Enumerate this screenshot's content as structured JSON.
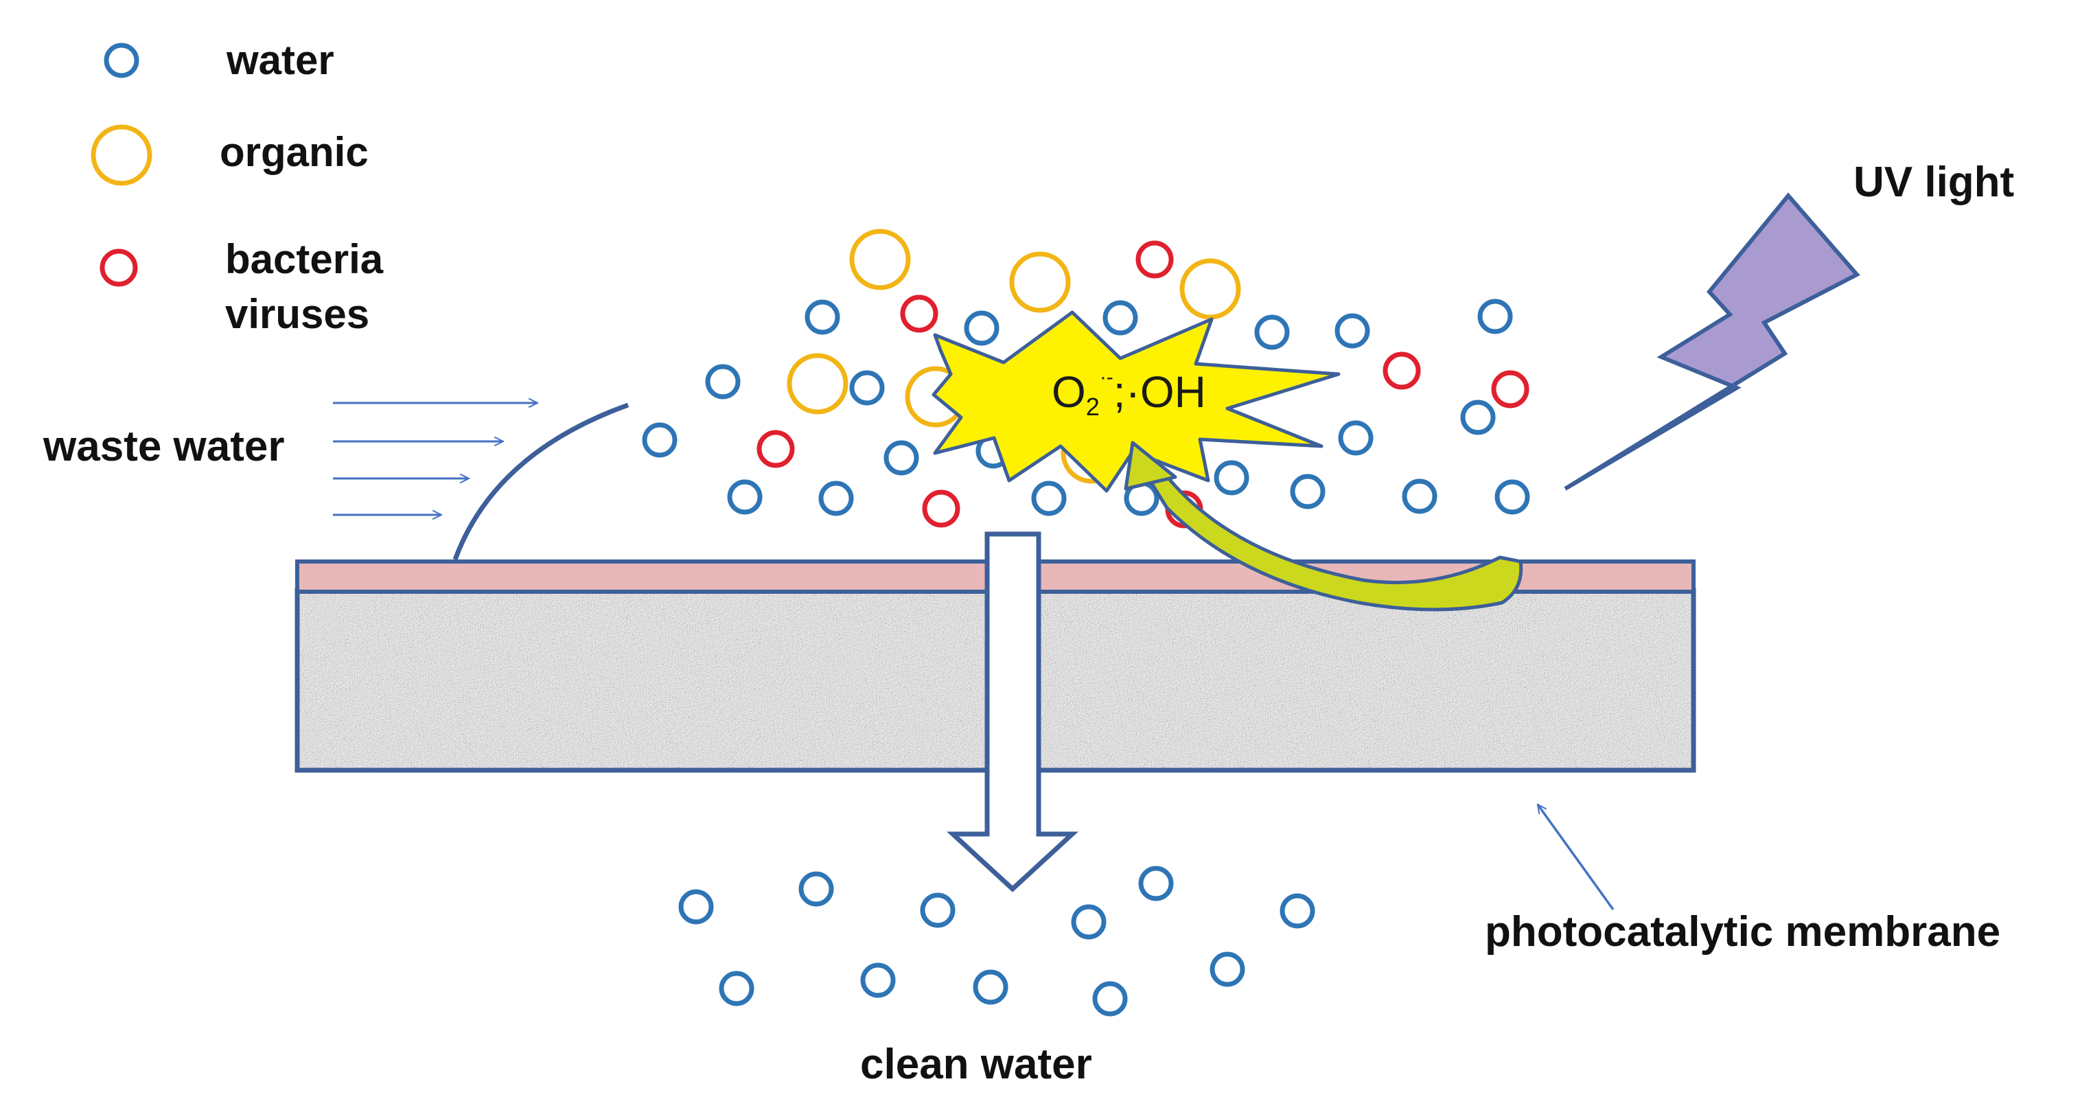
{
  "legend": {
    "items": [
      {
        "label": "water",
        "color": "#2e75b6"
      },
      {
        "label": "organic",
        "color": "#f2b515"
      },
      {
        "label": "bacteria",
        "label2": "viruses",
        "color": "#e0202e"
      }
    ]
  },
  "labels": {
    "waste_water": "waste water",
    "uv_light": "UV light",
    "photocatalytic_membrane": "photocatalytic membrane",
    "clean_water": "clean water"
  },
  "burst": {
    "o": "O",
    "sub": "2",
    "sup": "·-",
    "rest": ";·OH"
  },
  "colors": {
    "water": "#2e75b6",
    "organic": "#f2b515",
    "bacteria": "#e0202e",
    "membrane_top": "#e8b8b8",
    "membrane_border": "#3d5f9a",
    "uv_bolt": "#a99bd0",
    "burst": "#fff200",
    "arrow": "#4472c4"
  }
}
